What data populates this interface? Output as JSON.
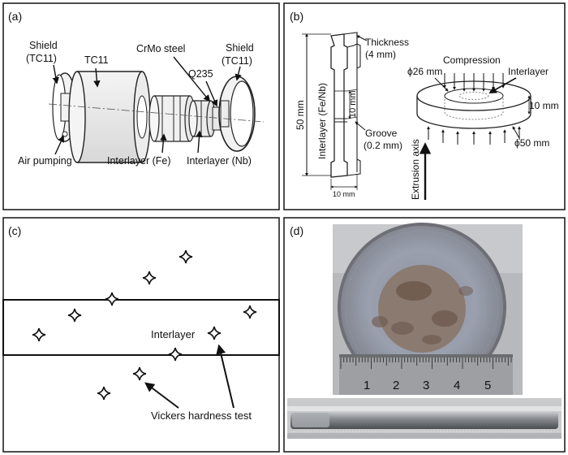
{
  "panels": {
    "a": {
      "tag": "(a)",
      "shield_left": [
        "Shield",
        "(TC11)"
      ],
      "tc11": "TC11",
      "crmo": "CrMo steel",
      "q235": "Q235",
      "shield_right": [
        "Shield",
        "(TC11)"
      ],
      "air": "Air pumping",
      "inter_fe": "Interlayer (Fe)",
      "inter_nb": "Interlayer (Nb)"
    },
    "b": {
      "tag": "(b)",
      "thickness": [
        "Thickness",
        "(4 mm)"
      ],
      "length": "50 mm",
      "interlayer_vert": "Interlayer (Fe/Nb)",
      "mid_dim": "10 mm",
      "groove": [
        "Groove",
        "(0.2 mm)"
      ],
      "width": "10 mm",
      "extrusion": "Extrusion axis",
      "compression": "Compression",
      "interlayer": "Interlayer",
      "d26": "ϕ26 mm",
      "h10": "10 mm",
      "d50": "ϕ50 mm"
    },
    "c": {
      "tag": "(c)",
      "interlayer": "Interlayer",
      "vickers": "Vickers hardness test"
    },
    "d": {
      "tag": "(d)",
      "ruler_numbers": [
        "1",
        "2",
        "3",
        "4",
        "5"
      ]
    }
  }
}
